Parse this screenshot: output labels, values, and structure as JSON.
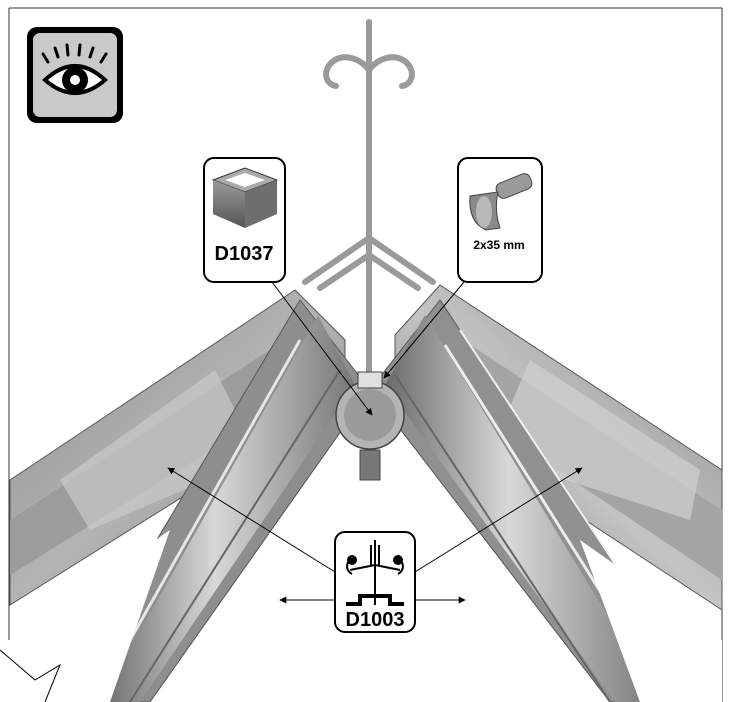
{
  "callouts": {
    "part_d1037": {
      "code": "D1037",
      "icon": "open-box-icon"
    },
    "bolt": {
      "size": "2x35 mm",
      "icon": "bolt-icon"
    },
    "part_d1003": {
      "code": "D1003",
      "icon": "bracket-part-icon"
    }
  },
  "view_icon": "eye-icon",
  "colors": {
    "frame_dark": "#6e6e6e",
    "frame_mid": "#a0a0a0",
    "frame_light": "#d2d2d2",
    "pole": "#9a9a9a",
    "outline": "#000000"
  }
}
